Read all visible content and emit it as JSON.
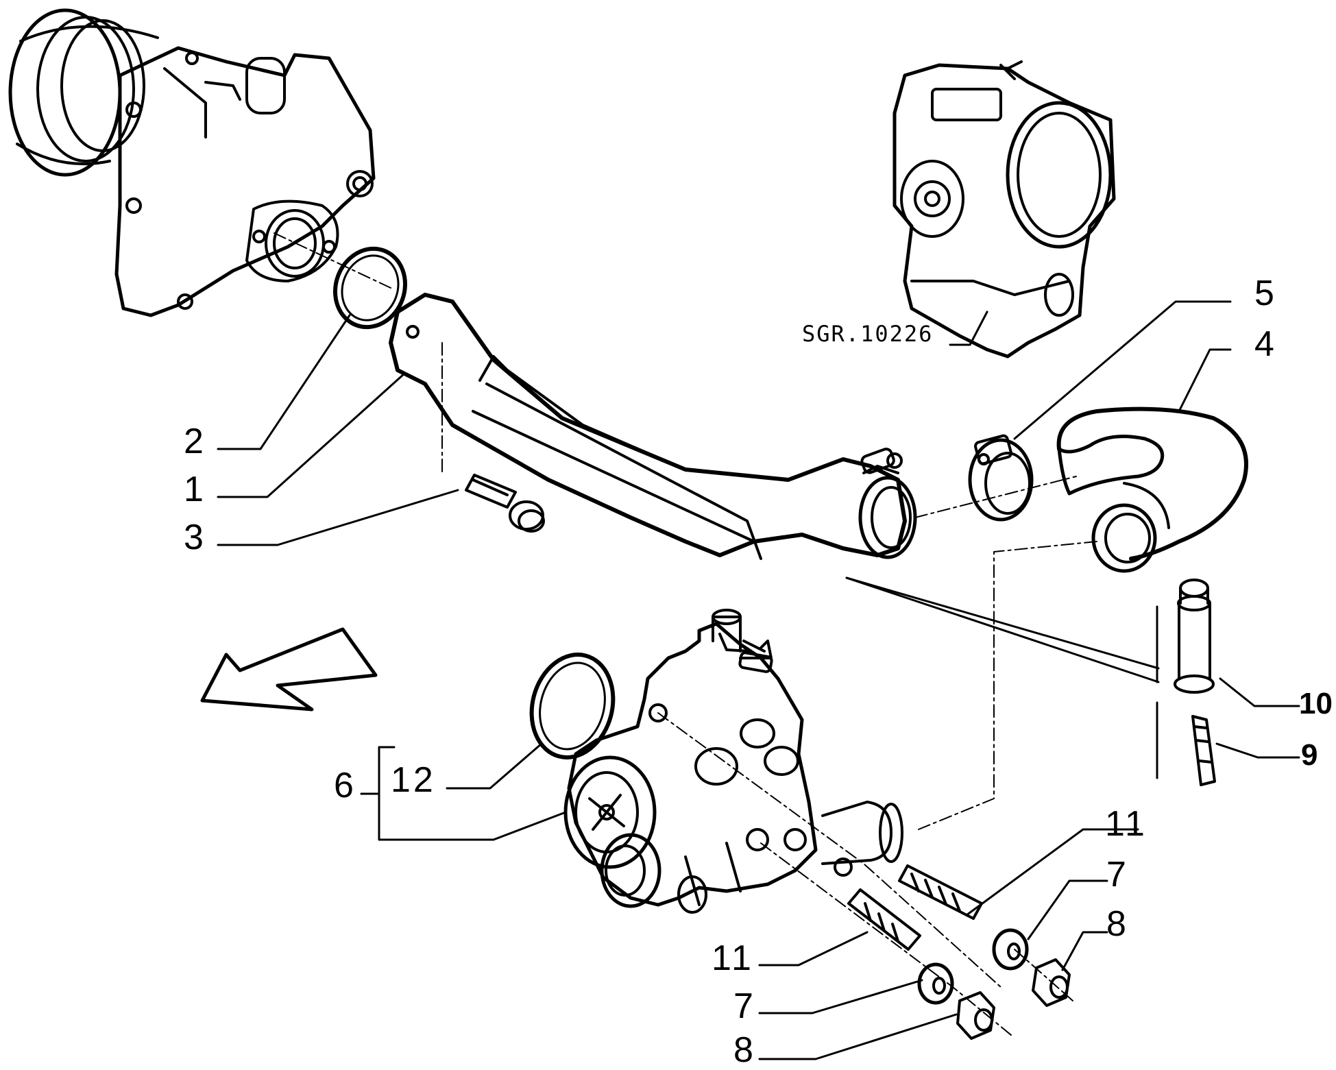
{
  "drawing_ref": "SGR.10226",
  "callouts": [
    {
      "id": "c1",
      "text": "1"
    },
    {
      "id": "c2",
      "text": "2"
    },
    {
      "id": "c3",
      "text": "3"
    },
    {
      "id": "c4",
      "text": "4"
    },
    {
      "id": "c5",
      "text": "5"
    },
    {
      "id": "c6",
      "text": "6"
    },
    {
      "id": "c7a",
      "text": "7"
    },
    {
      "id": "c7b",
      "text": "7"
    },
    {
      "id": "c8a",
      "text": "8"
    },
    {
      "id": "c8b",
      "text": "8"
    },
    {
      "id": "c9",
      "text": "9"
    },
    {
      "id": "c10",
      "text": "10"
    },
    {
      "id": "c11a",
      "text": "11"
    },
    {
      "id": "c11b",
      "text": "11"
    },
    {
      "id": "c12",
      "text": "12"
    }
  ]
}
